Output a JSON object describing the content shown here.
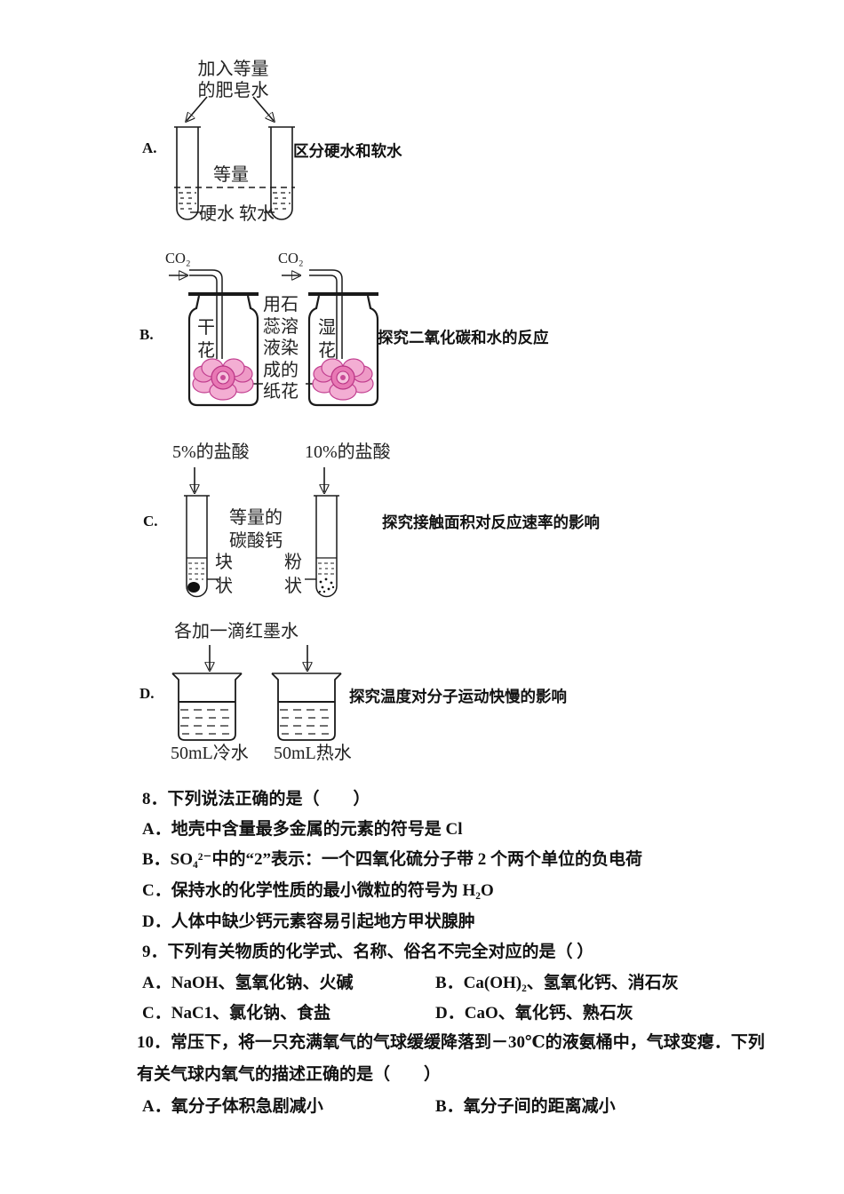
{
  "diagram_options": {
    "a": {
      "label": "A.",
      "description": "区分硬水和软水",
      "top_annotation_line1": "加入等量",
      "top_annotation_line2": "的肥皂水",
      "equal_label": "等量",
      "bottom_label": "硬水 软水"
    },
    "b": {
      "label": "B.",
      "description": "探究二氧化碳和水的反应",
      "gas_label_left": "CO₂",
      "gas_label_right": "CO₂",
      "left_jar_label": "干花",
      "right_jar_label": "湿花",
      "middle_annotation": "用石蕊溶液染成的纸花"
    },
    "c": {
      "label": "C.",
      "description": "探究接触面积对反应速率的影响",
      "left_reagent": "5%的盐酸",
      "right_reagent": "10%的盐酸",
      "middle_annotation_line1": "等量的",
      "middle_annotation_line2": "碳酸钙",
      "left_state": "块状",
      "right_state": "粉状"
    },
    "d": {
      "label": "D.",
      "description": "探究温度对分子运动快慢的影响",
      "top_annotation": "各加一滴红墨水",
      "left_beaker_label": "50mL冷水",
      "right_beaker_label": "50mL热水"
    }
  },
  "questions": {
    "q8": {
      "stem": "8．下列说法正确的是（　　）",
      "options": [
        "A．地壳中含量最多金属的元素的符号是 Cl",
        "B．SO₄²⁻中的“2”表示：一个四氧化硫分子带 2 个两个单位的负电荷",
        "C．保持水的化学性质的最小微粒的符号为 H₂O",
        "D．人体中缺少钙元素容易引起地方甲状腺肿"
      ]
    },
    "q9": {
      "stem": "9．下列有关物质的化学式、名称、俗名不完全对应的是（ ）",
      "options": [
        "A．NaOH、氢氧化钠、火碱",
        "B．Ca(OH)₂、氢氧化钙、消石灰",
        "C．NaC1、氯化钠、食盐",
        "D．CaO、氧化钙、熟石灰"
      ]
    },
    "q10": {
      "stem_line1": "10．常压下，将一只充满氧气的气球缓缓降落到－30℃的液氨桶中，气球变瘪．下列",
      "stem_line2": "有关气球内氧气的描述正确的是（　　）",
      "options": [
        "A．氧分子体积急剧减小",
        "B．氧分子间的距离减小"
      ]
    }
  },
  "colors": {
    "ink": "#1a1a1a",
    "flower_pink": "#f3aed3",
    "flower_deep": "#c23f90"
  }
}
